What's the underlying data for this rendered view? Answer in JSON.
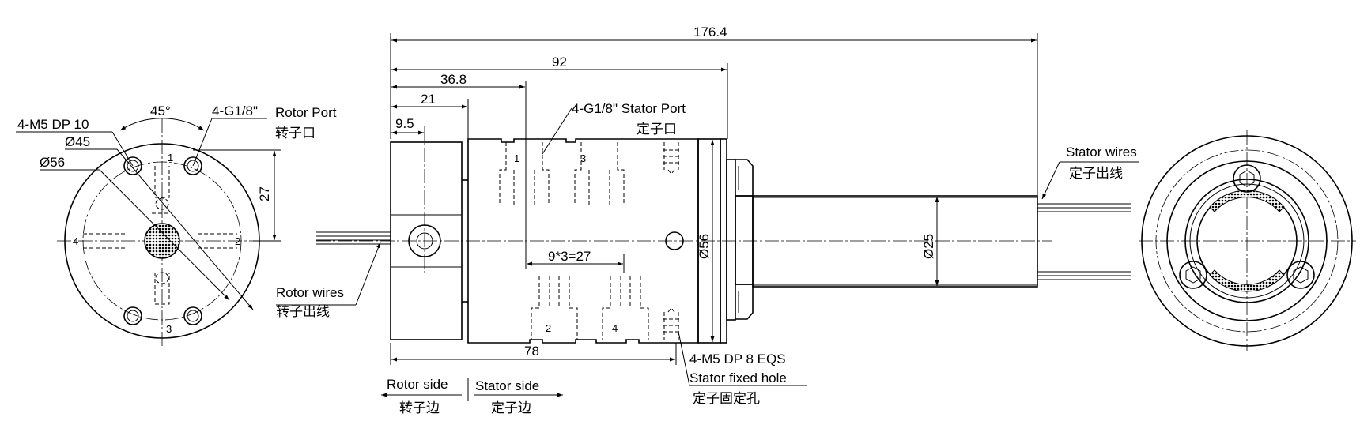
{
  "dimensions": {
    "overall_length": "176.4",
    "housing_length": "92",
    "stator_port_offset": "36.8",
    "rotor_flange_length": "21",
    "rotor_port_offset": "9.5",
    "port_pitch": "9*3=27",
    "stator_length": "78",
    "housing_diameter": "Ø56",
    "shaft_diameter": "Ø25",
    "port_height": "27",
    "angle": "45°",
    "bolt_circle": "Ø45",
    "flange_diameter": "Ø56"
  },
  "labels": {
    "rotor_port_spec": "4-G1/8\"",
    "rotor_port_en": "Rotor Port",
    "rotor_port_cn": "转子口",
    "mount_hole": "4-M5 DP 10",
    "stator_port_en": "4-G1/8\" Stator Port",
    "stator_port_cn": "定子口",
    "rotor_wires_en": "Rotor wires",
    "rotor_wires_cn": "转子出线",
    "stator_wires_en": "Stator wires",
    "stator_wires_cn": "定子出线",
    "fixed_hole_spec": "4-M5 DP 8 EQS",
    "fixed_hole_en": "Stator fixed hole",
    "fixed_hole_cn": "定子固定孔",
    "rotor_side_en": "Rotor side",
    "rotor_side_cn": "转子边",
    "stator_side_en": "Stator side",
    "stator_side_cn": "定子边"
  },
  "port_numbers": {
    "p1": "1",
    "p2": "2",
    "p3": "3",
    "p4": "4"
  }
}
